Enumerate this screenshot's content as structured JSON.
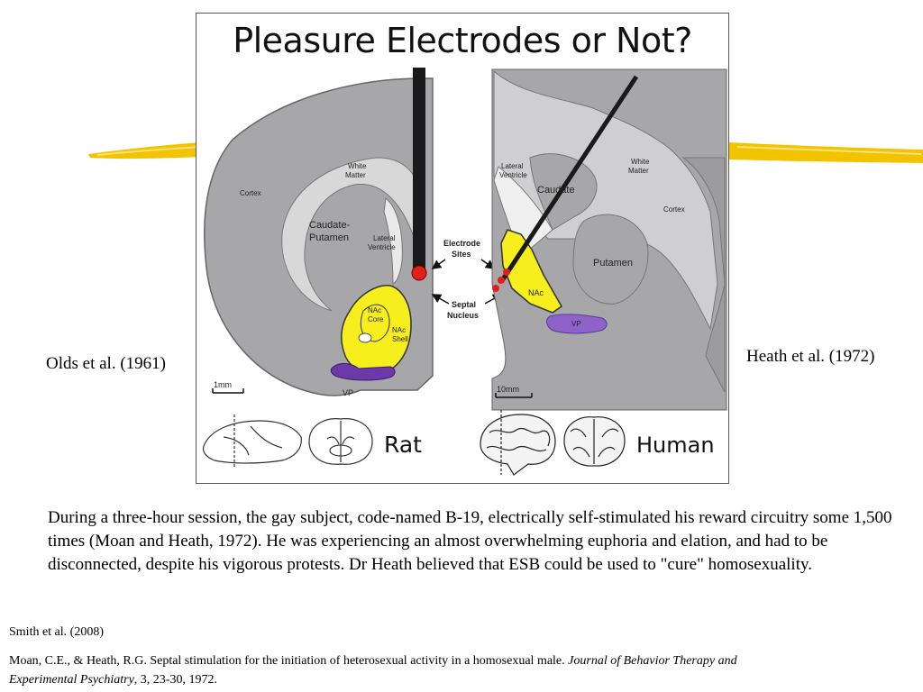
{
  "figure": {
    "title": "Pleasure Electrodes or Not?",
    "rat_labels": {
      "cortex": "Cortex",
      "white_matter_1": "White",
      "white_matter_2": "Matter",
      "caudate_1": "Caudate-",
      "caudate_2": "Putamen",
      "lateral_ventricle_1": "Lateral",
      "lateral_ventricle_2": "Ventricle",
      "nac_core_1": "NAc",
      "nac_core_2": "Core",
      "nac_shell_1": "NAc",
      "nac_shell_2": "Shell",
      "vp": "VP",
      "scale": "1mm",
      "species": "Rat"
    },
    "center_labels": {
      "electrode_1": "Electrode",
      "electrode_2": "Sites",
      "septal_1": "Septal",
      "septal_2": "Nucleus"
    },
    "human_labels": {
      "lateral_ventricle_1": "Lateral",
      "lateral_ventricle_2": "Ventricle",
      "caudate": "Caudate",
      "white_matter_1": "White",
      "white_matter_2": "Matter",
      "cortex": "Cortex",
      "putamen": "Putamen",
      "nac": "NAc",
      "vp": "VP",
      "scale": "10mm",
      "species": "Human"
    }
  },
  "captions": {
    "left": "Olds et al. (1961)",
    "right": "Heath et al. (1972)"
  },
  "body": "During a three-hour session, the gay subject, code-named B-19, electrically self-stimulated his reward circuitry some 1,500 times (Moan and Heath, 1972). He was experiencing an almost overwhelming euphoria and elation, and had to be disconnected, despite his vigorous protests. Dr Heath believed that ESB could be used to \"cure\" homosexuality.",
  "references": {
    "smith": "Smith et al. (2008)",
    "moan_main": "Moan, C.E., & Heath, R.G. Septal stimulation for the initiation of heterosexual activity in a homosexual male. ",
    "moan_journal": "Journal of Behavior Therapy and Experimental Psychiatry",
    "moan_tail": ", 3, 23-30, 1972."
  },
  "colors": {
    "brain_gray": "#a7a7a9",
    "nac_yellow": "#f6ef1d",
    "vp_purple": "#6b3aa8",
    "electrode_red": "#e0201c",
    "brush_yellow": "#f2c400"
  }
}
